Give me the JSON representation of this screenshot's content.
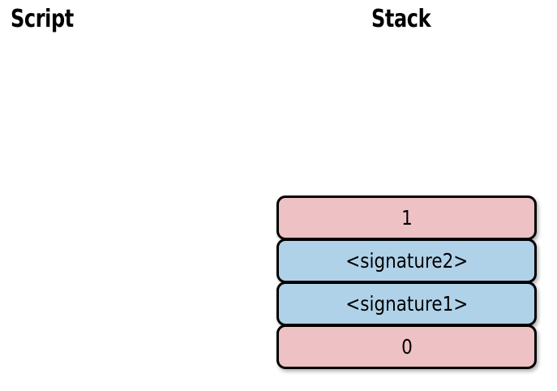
{
  "columns": {
    "script": {
      "heading": "Script",
      "items": []
    },
    "stack": {
      "heading": "Stack",
      "items": [
        {
          "label": "1",
          "fill": "#eec1c4",
          "kind": "number"
        },
        {
          "label": "<signature2>",
          "fill": "#b0d2e9",
          "kind": "signature"
        },
        {
          "label": "<signature1>",
          "fill": "#b0d2e9",
          "kind": "signature"
        },
        {
          "label": "0",
          "fill": "#eec1c4",
          "kind": "number"
        }
      ]
    }
  },
  "colors": {
    "background": "#ffffff",
    "text": "#000000",
    "border": "#000000",
    "pink_fill": "#eec1c4",
    "blue_fill": "#b0d2e9"
  }
}
